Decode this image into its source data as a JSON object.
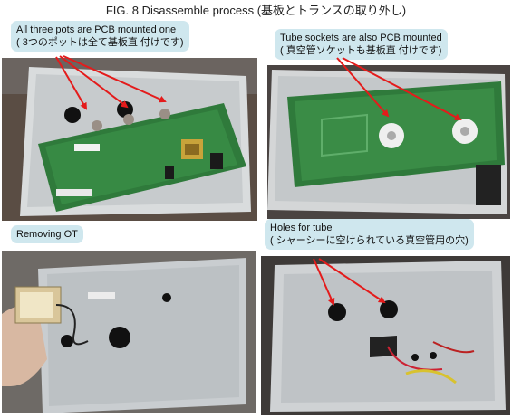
{
  "title": "FIG. 8  Disassemble process (基板とトランスの取り外し)",
  "captions": {
    "top_left": [
      "All three pots are PCB mounted one",
      "( 3つのポットは全て基板直 付けです)"
    ],
    "top_right": [
      "Tube sockets are also PCB mounted",
      "( 真空管ソケットも基板直 付けです)"
    ],
    "bottom_left": [
      "Removing OT"
    ],
    "bottom_right": [
      "Holes for tube",
      "( シャーシーに空けられている真空管用の穴)"
    ]
  },
  "colors": {
    "callout": "#cfe7ee",
    "arrow": "#e41b1b",
    "pcb": "#2f7a3b",
    "chassis": "#b9bec2"
  }
}
